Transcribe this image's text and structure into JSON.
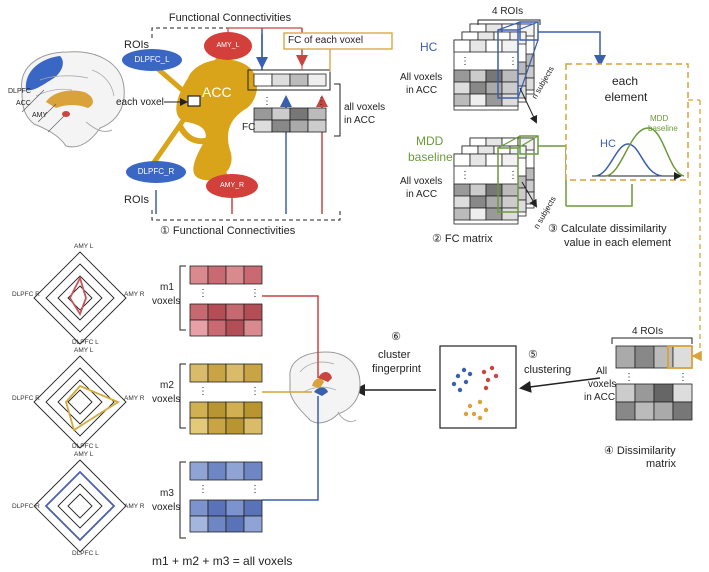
{
  "panel1": {
    "title": "Functional Connectivities",
    "rois_top": "ROIs",
    "rois_bottom": "ROIs",
    "dlpfc_l": "DLPFC_L",
    "dlpfc_r": "DLPFC_R",
    "amy_l": "AMY_L",
    "amy_r": "AMY_R",
    "acc": "ACC",
    "each_voxel": "each voxel",
    "fc": "FC",
    "fc_each_voxel": "FC of each voxel",
    "all_voxels": "all voxels",
    "in_acc": "in ACC",
    "brain_dlpfc": "DLPFC",
    "brain_acc": "ACC",
    "brain_amy": "AMY",
    "caption": "① Functional Connectivities"
  },
  "panel2": {
    "four_rois": "4 ROIs",
    "hc": "HC",
    "mdd": "MDD",
    "baseline": "baseline",
    "all_voxels": "All voxels",
    "in_acc": "in ACC",
    "n_subjects": "n subjects",
    "caption": "② FC matrix"
  },
  "panel3": {
    "each": "each",
    "element": "element",
    "mdd_baseline_1": "MDD",
    "mdd_baseline_2": "baseline",
    "hc": "HC",
    "caption_1": "③ Calculate dissimilarity",
    "caption_2": "value in each element",
    "colors": {
      "hc": "#3a5fad",
      "mdd": "#6b9a3a",
      "dashed": "#d9a23a"
    }
  },
  "panel4": {
    "four_rois": "4 ROIs",
    "all": "All",
    "voxels": "voxels",
    "in_acc": "in ACC",
    "caption_1": "④  Dissimilarity",
    "caption_2": "matrix"
  },
  "panel5": {
    "label": "clustering",
    "num": "⑤"
  },
  "panel6": {
    "num": "⑥",
    "line1": "cluster",
    "line2": "fingerprint"
  },
  "clusters": [
    {
      "label_1": "m1",
      "label_2": "voxels",
      "color": "#c9555c"
    },
    {
      "label_1": "m2",
      "label_2": "voxels",
      "color": "#d4aa3a"
    },
    {
      "label_1": "m3",
      "label_2": "voxels",
      "color": "#4a62ad"
    }
  ],
  "radar_labels": {
    "top": "AMY L",
    "left": "DLPFC R",
    "right": "AMY R",
    "bottom": "DLPFC L"
  },
  "footer": "m1 + m2 + m3  = all voxels"
}
